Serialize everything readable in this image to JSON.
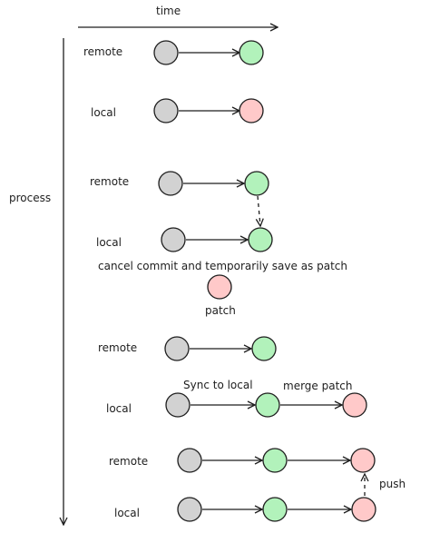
{
  "axes": {
    "time_label": "time",
    "process_label": "process"
  },
  "labels": {
    "remote": "remote",
    "local": "local"
  },
  "annotations": {
    "cancel_commit": "cancel commit and temporarily save as patch",
    "patch": "patch",
    "sync_to_local": "Sync to local",
    "merge_patch": "merge patch",
    "push": "push"
  },
  "colors": {
    "gray_fill": "#d2d2d2",
    "green_fill": "#b2f2bb",
    "red_fill": "#ffc9c9",
    "stroke": "#1e1e1e"
  }
}
